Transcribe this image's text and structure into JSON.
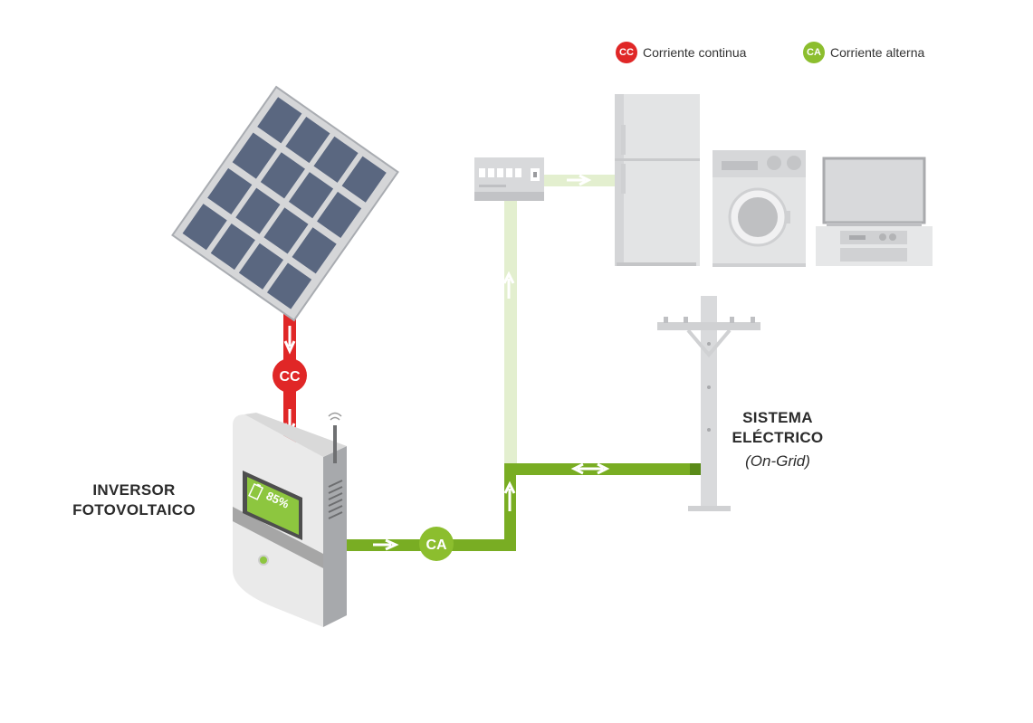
{
  "legend": {
    "dc": {
      "abbr": "CC",
      "label": "Corriente continua",
      "color": "#e02727"
    },
    "ac": {
      "abbr": "CA",
      "label": "Corriente alterna",
      "color": "#8cbe2e"
    }
  },
  "badges": {
    "dc": "CC",
    "ac": "CA"
  },
  "inverter": {
    "title_line1": "INVERSOR",
    "title_line2": "FOTOVOLTAICO",
    "display_value": "85%"
  },
  "grid": {
    "title_line1": "SISTEMA",
    "title_line2": "ELÉCTRICO",
    "subtitle": "(On-Grid)"
  }
}
